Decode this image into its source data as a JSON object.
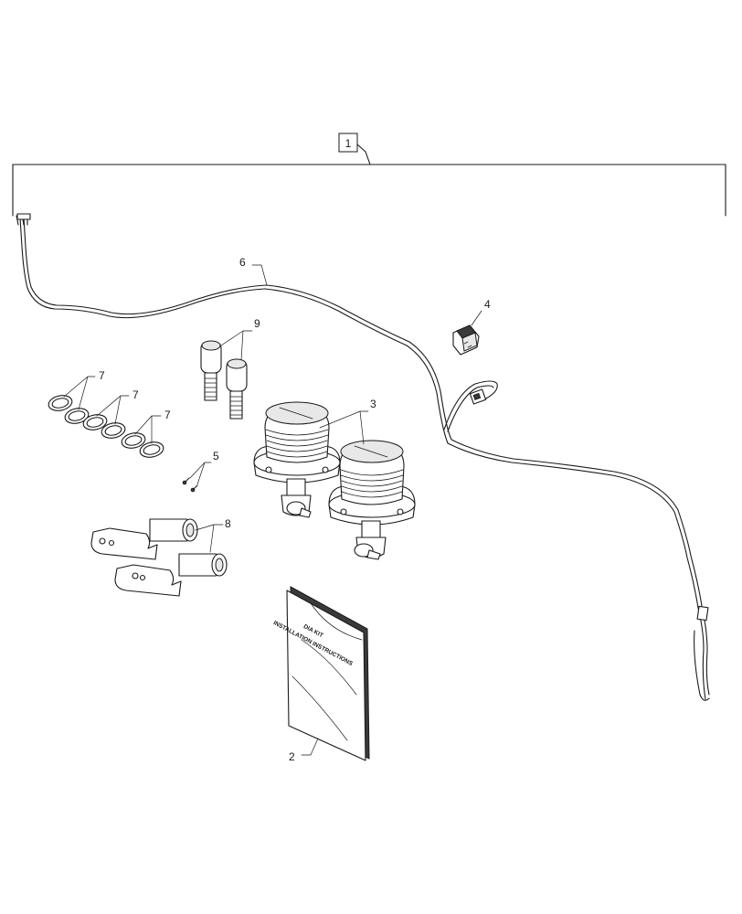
{
  "callouts": {
    "kit": "1",
    "manual": "2",
    "beacon": "3",
    "switch": "4",
    "screw": "5",
    "harness": "6",
    "clip_a": "7",
    "clip_b": "7",
    "clip_c": "7",
    "bracket": "8",
    "bolt": "9"
  },
  "manual_cover": {
    "line1": "DIA KIT",
    "line2": "INSTALLATION INSTRUCTIONS"
  }
}
